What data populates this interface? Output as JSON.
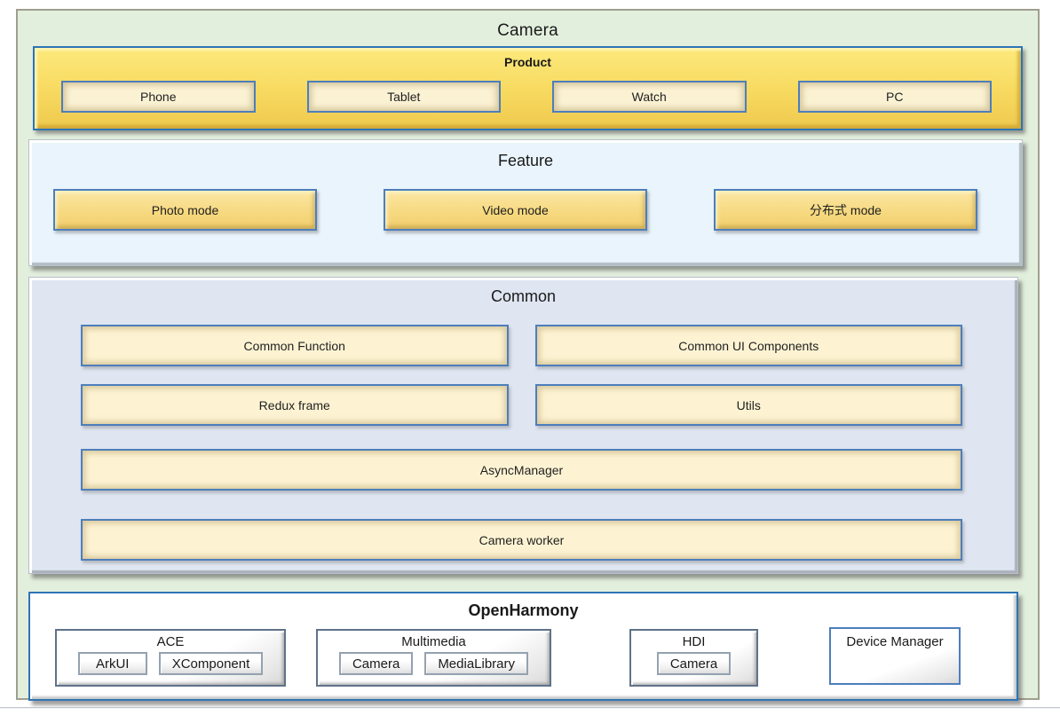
{
  "camera": {
    "title": "Camera"
  },
  "product": {
    "title": "Product",
    "items": [
      "Phone",
      "Tablet",
      "Watch",
      "PC"
    ]
  },
  "feature": {
    "title": "Feature",
    "items": [
      "Photo mode",
      "Video mode",
      "分布式 mode"
    ]
  },
  "common": {
    "title": "Common",
    "boxes": [
      "Common Function",
      "Common UI Components",
      "Redux frame",
      "Utils",
      "AsyncManager",
      "Camera worker"
    ]
  },
  "openharmony": {
    "title": "OpenHarmony",
    "groups": [
      {
        "label": "ACE",
        "children": [
          "ArkUI",
          "XComponent"
        ]
      },
      {
        "label": "Multimedia",
        "children": [
          "Camera",
          "MediaLibrary"
        ]
      },
      {
        "label": "HDI",
        "children": [
          "Camera"
        ]
      },
      {
        "label": "Device Manager",
        "children": []
      }
    ]
  },
  "colors": {
    "container_bg": "#e3efdd",
    "product_fill": "#f7d95f",
    "feature_fill": "#e9f4fc",
    "common_fill": "#dfe5f1",
    "openharmony_fill": "#ffffff",
    "accent_blue": "#2e74b5",
    "box_border_blue": "#4d7ebc",
    "box_cream": "#fdf3d3",
    "box_gold": "#f6d87e"
  }
}
